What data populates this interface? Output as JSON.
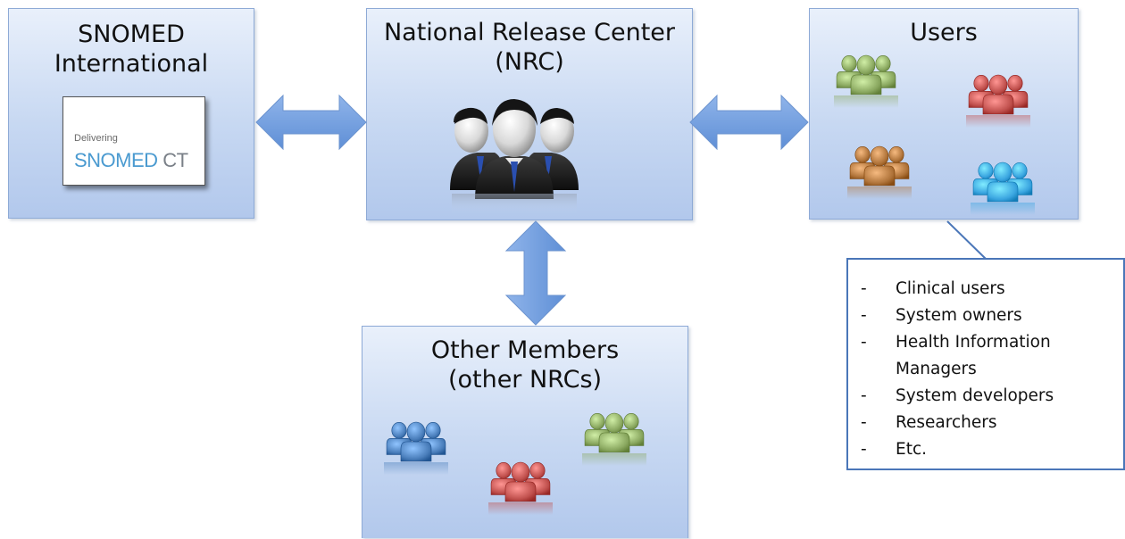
{
  "snomed": {
    "title_line1": "SNOMED",
    "title_line2": "International",
    "logo_small": "Delivering",
    "logo_main": "SNOMED",
    "logo_ct": "CT"
  },
  "nrc": {
    "title_line1": "National Release Center",
    "title_line2": "(NRC)"
  },
  "users": {
    "title": "Users",
    "group_colors": [
      "#8aa860",
      "#c0504d",
      "#b0743a",
      "#3aa5e0"
    ]
  },
  "other": {
    "title_line1": "Other Members",
    "title_line2": "(other NRCs)",
    "group_colors": [
      "#4a7ebb",
      "#c0504d",
      "#8aa860"
    ]
  },
  "user_types": {
    "dash": "-",
    "items": [
      "Clinical users",
      "System owners",
      "Health Information",
      "Managers",
      "System developers",
      "Researchers",
      "Etc."
    ]
  },
  "colors": {
    "box_border": "#8eaad6",
    "arrow_fill": "#6f9bdc",
    "callout_border": "#4a76b8"
  }
}
